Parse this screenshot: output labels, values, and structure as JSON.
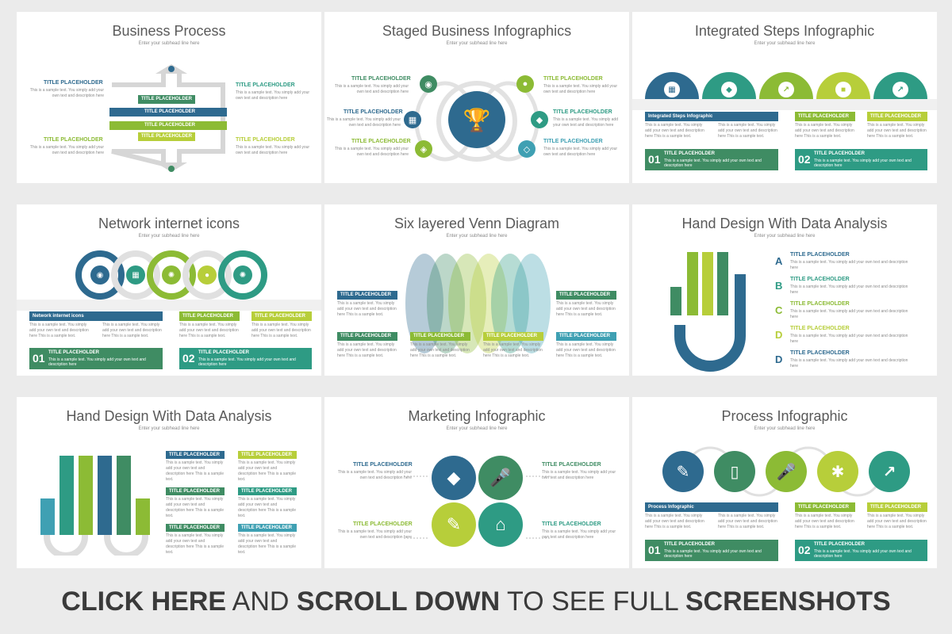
{
  "subhead": "Enter your subhead line here",
  "title_placeholder": "TITLE PLACEHOLDER",
  "desc_short": "This is a sample text. You simply add your own text and description here",
  "desc_long": "This is a sample text. You simply add your own text and description here This is a sample text.",
  "desc_block": "This is a sample text. You simply add your own text and description here",
  "num_01": "01",
  "num_02": "02",
  "colors": {
    "blue": "#2e6a8f",
    "teal": "#2e9b84",
    "green": "#3f8c63",
    "lime": "#8cbb35",
    "yellow": "#b7ce3a",
    "cyan": "#3fa0b3"
  },
  "slides": [
    {
      "title": "Business Process"
    },
    {
      "title": "Staged Business Infographics"
    },
    {
      "title": "Integrated Steps Infographic",
      "bar_label": "Integrated Steps Infographic"
    },
    {
      "title": "Network internet icons",
      "bar_label": "Network internet icons"
    },
    {
      "title": "Six layered Venn Diagram"
    },
    {
      "title": "Hand Design With Data Analysis",
      "letters": [
        "A",
        "B",
        "C",
        "D",
        "D"
      ]
    },
    {
      "title": "Hand Design With Data Analysis"
    },
    {
      "title": "Marketing Infographic"
    },
    {
      "title": "Process  Infographic",
      "bar_label": "Process  Infographic"
    }
  ],
  "footer": {
    "part1": "CLICK HERE",
    "part2": "AND",
    "part3": "SCROLL DOWN",
    "part4": "TO SEE FULL",
    "part5": "SCREENSHOTS"
  },
  "icons": [
    "camera-icon",
    "users-icon",
    "grid-icon",
    "dropbox-icon",
    "cube-icon",
    "dice-icon",
    "trophy-icon",
    "external-link-icon",
    "chat-icon",
    "ball-icon",
    "microphone-icon",
    "edit-icon",
    "home-icon",
    "tablet-icon",
    "yelp-icon"
  ]
}
